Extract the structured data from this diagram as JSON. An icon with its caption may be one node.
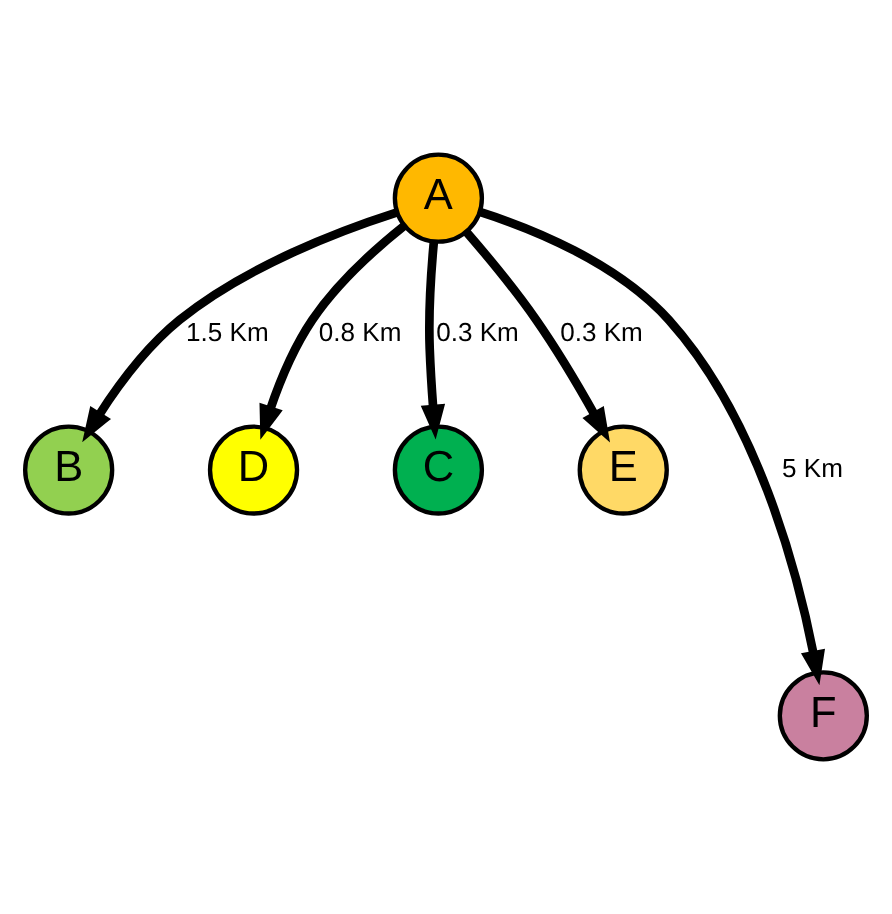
{
  "diagram": {
    "nodes": [
      {
        "text": [
          "B"
        ]
      },
      {
        "text": [
          "D"
        ]
      },
      {
        "text": [
          "A"
        ]
      },
      {
        "text": [
          "C"
        ]
      },
      {
        "text": [
          "E"
        ]
      },
      {
        "text": [
          "F"
        ]
      }
    ],
    "edges": [
      {
        "from": 2,
        "to": 0,
        "arrow": "to",
        "label": "1.5 Km"
      },
      {
        "from": 2,
        "to": 1,
        "arrow": "to",
        "label": "0.8 Km"
      },
      {
        "from": 2,
        "to": 3,
        "arrow": "to",
        "label": "0.3 Km"
      },
      {
        "from": 2,
        "to": 4,
        "arrow": "to",
        "label": "0.3 Km"
      },
      {
        "from": 2,
        "to": 5,
        "arrow": "to",
        "label": "5 Km"
      }
    ]
  }
}
